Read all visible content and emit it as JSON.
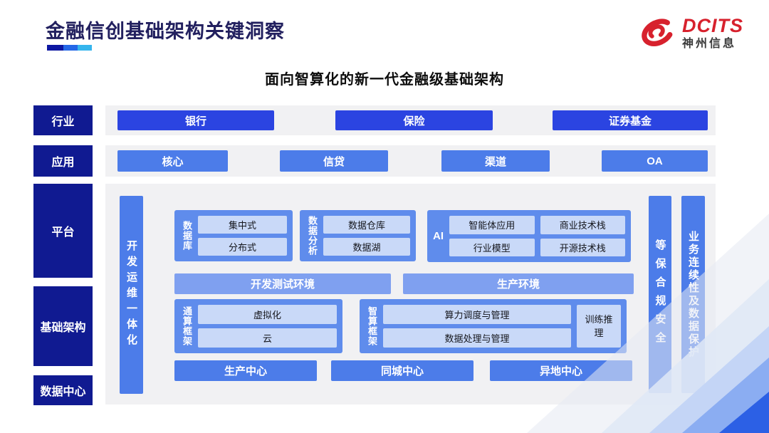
{
  "header": {
    "title": "金融信创基础架构关键洞察",
    "logo": {
      "brand": "DCITS",
      "company": "神州信息"
    }
  },
  "subtitle": "面向智算化的新一代金融级基础架构",
  "sidebar": {
    "industry": "行业",
    "application": "应用",
    "platform": "平台",
    "infrastructure": "基础架构",
    "datacenter": "数据中心"
  },
  "industry_row": {
    "items": [
      "银行",
      "保险",
      "证券基金"
    ]
  },
  "application_row": {
    "items": [
      "核心",
      "信贷",
      "渠道",
      "OA"
    ]
  },
  "platform": {
    "devops_bar": "开发运维一体化",
    "database": {
      "label": "数据库",
      "items": [
        "集中式",
        "分布式"
      ]
    },
    "analytics": {
      "label": "数据分析",
      "items": [
        "数据仓库",
        "数据湖"
      ]
    },
    "ai": {
      "label": "AI",
      "items": [
        "智能体应用",
        "商业技术栈",
        "行业模型",
        "开源技术栈"
      ]
    },
    "environments": [
      "开发测试环境",
      "生产环境"
    ],
    "general_compute": {
      "label": "通算框架",
      "items": [
        "虚拟化",
        "云"
      ]
    },
    "intelligent_compute": {
      "label": "智算框架",
      "items": [
        "算力调度与管理",
        "数据处理与管理"
      ],
      "side_box": "训练推理"
    },
    "centers": [
      "生产中心",
      "同城中心",
      "异地中心"
    ],
    "security_bar": "等保合规安全",
    "continuity_bar": "业务连续性及数据保护"
  },
  "colors": {
    "title_navy": "#22205F",
    "sidebar_navy": "#101A91",
    "bright_blue": "#2B44E1",
    "mid_blue": "#4C7CE9",
    "block_blue": "#5F8CEC",
    "light_box": "#C9D9F8",
    "env_blue": "#7FA0F0",
    "panel_gray": "#F1F1F3",
    "logo_red": "#D7212D"
  }
}
